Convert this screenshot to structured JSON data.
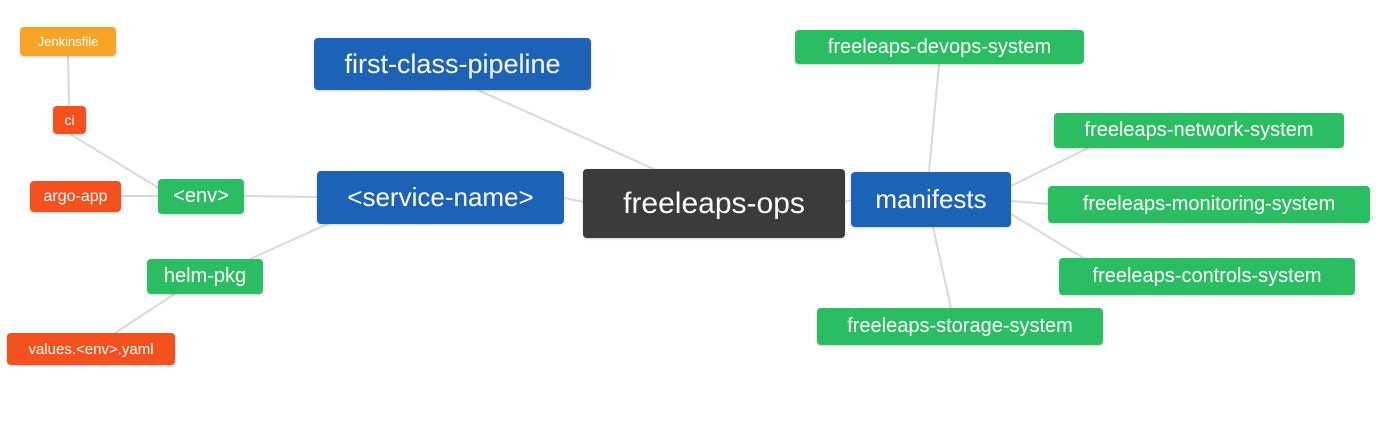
{
  "diagram": {
    "type": "mindmap",
    "root": "freeleaps-ops",
    "colors": {
      "root_node": "#3b3b3b",
      "branch_node": "#1c63b7",
      "leaf_green": "#2abd62",
      "leaf_orange_red": "#f4511e",
      "leaf_amber": "#f7a427",
      "edge": "#d9d9d9",
      "background": "#ffffff",
      "text": "#ffffff"
    },
    "edges": [
      [
        "jenkinsfile",
        "ci"
      ],
      [
        "ci",
        "env"
      ],
      [
        "argo_app",
        "env"
      ],
      [
        "env",
        "service_name"
      ],
      [
        "helm_pkg",
        "service_name"
      ],
      [
        "values_env_yaml",
        "helm_pkg"
      ],
      [
        "first_class_pipeline",
        "freeleaps_ops"
      ],
      [
        "service_name",
        "freeleaps_ops"
      ],
      [
        "freeleaps_ops",
        "manifests"
      ],
      [
        "manifests",
        "devops_system"
      ],
      [
        "manifests",
        "network_system"
      ],
      [
        "manifests",
        "monitoring_system"
      ],
      [
        "manifests",
        "controls_system"
      ],
      [
        "manifests",
        "storage_system"
      ]
    ]
  },
  "nodes": {
    "jenkinsfile": {
      "label": "Jenkinsfile"
    },
    "ci": {
      "label": "ci"
    },
    "argo_app": {
      "label": "argo-app"
    },
    "env": {
      "label": "<env>"
    },
    "helm_pkg": {
      "label": "helm-pkg"
    },
    "values_env_yaml": {
      "label": "values.<env>.yaml"
    },
    "first_class_pipeline": {
      "label": "first-class-pipeline"
    },
    "service_name": {
      "label": "<service-name>"
    },
    "freeleaps_ops": {
      "label": "freeleaps-ops"
    },
    "manifests": {
      "label": "manifests"
    },
    "devops_system": {
      "label": "freeleaps-devops-system"
    },
    "network_system": {
      "label": "freeleaps-network-system"
    },
    "monitoring_system": {
      "label": "freeleaps-monitoring-system"
    },
    "controls_system": {
      "label": "freeleaps-controls-system"
    },
    "storage_system": {
      "label": "freeleaps-storage-system"
    }
  }
}
